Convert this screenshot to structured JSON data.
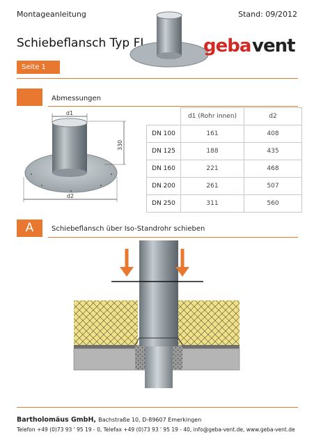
{
  "header": {
    "left": "Montageanleitung",
    "right": "Stand: 09/2012",
    "title": "Schiebeflansch Typ FL",
    "page_badge": "Seite 1",
    "logo_text": "gebavent"
  },
  "section_dimensions": {
    "title": "Abmessungen",
    "drawing_labels": {
      "d1": "d1",
      "d2": "d2",
      "height": "330"
    },
    "table": {
      "headers": [
        "",
        "d1 (Rohr innen)",
        "d2"
      ],
      "rows": [
        [
          "DN 100",
          "161",
          "408"
        ],
        [
          "DN 125",
          "188",
          "435"
        ],
        [
          "DN 160",
          "221",
          "468"
        ],
        [
          "DN 200",
          "261",
          "507"
        ],
        [
          "DN 250",
          "311",
          "560"
        ]
      ]
    }
  },
  "section_a": {
    "letter": "A",
    "title": "Schiebeflansch über Iso-Standrohr schieben"
  },
  "footer": {
    "company": "Bartholomäus GmbH,",
    "address": "Bachstraße 10, D-89607 Emerkingen",
    "contact": "Telefon +49 (0)73 93 ' 95 19 - 0, Telefax +49 (0)73 93 ' 95 19 - 40, info@geba-vent.de, www.geba-vent.de"
  },
  "colors": {
    "accent": "#e8782f",
    "logo_red": "#d42a26",
    "steel": "#9aa5ab"
  }
}
